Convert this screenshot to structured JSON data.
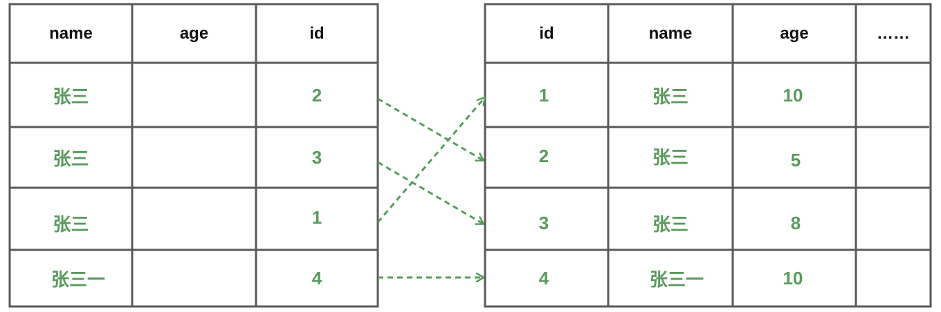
{
  "left_table": {
    "headers": [
      "name",
      "age",
      "id"
    ],
    "rows": [
      [
        "张三",
        "",
        "2"
      ],
      [
        "张三",
        "",
        "3"
      ],
      [
        "张三",
        "",
        "1"
      ],
      [
        "张三一",
        "",
        "4"
      ]
    ]
  },
  "right_table": {
    "headers": [
      "id",
      "name",
      "age",
      "……"
    ],
    "rows": [
      [
        "1",
        "张三",
        "10",
        ""
      ],
      [
        "2",
        "张三",
        "5",
        ""
      ],
      [
        "3",
        "张三",
        "8",
        ""
      ],
      [
        "4",
        "张三一",
        "10",
        ""
      ]
    ]
  },
  "colors": {
    "grid": "#595959",
    "value_text": "#5a9a5e",
    "arrow": "#5a9a5e",
    "header_text": "#111111"
  }
}
